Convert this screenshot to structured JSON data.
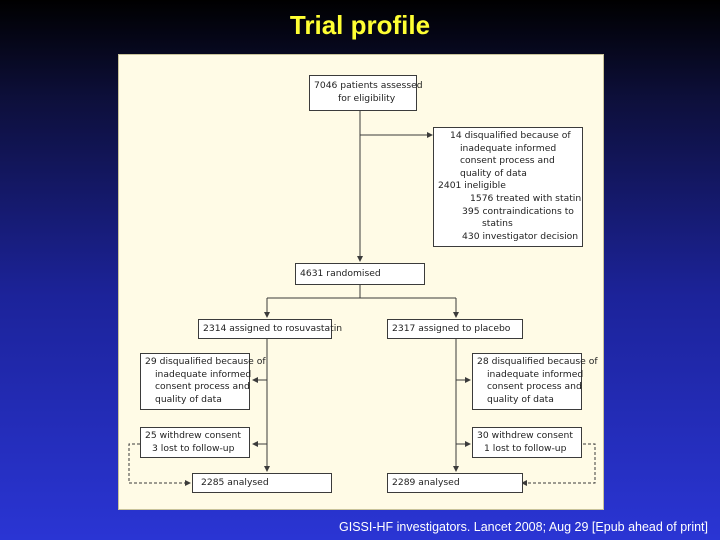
{
  "slide": {
    "title": "Trial profile",
    "citation": "GISSI-HF investigators. Lancet 2008; Aug 29 [Epub ahead of print]"
  },
  "flowchart": {
    "assessed": [
      "7046 patients assessed",
      "for eligibility"
    ],
    "excluded": [
      "14 disqualified because of",
      "inadequate informed",
      "consent process and",
      "quality of data",
      "2401 ineligible",
      "1576 treated with statin",
      "395 contraindications to",
      "statins",
      "430 investigator decision"
    ],
    "randomised": "4631 randomised",
    "arm_left": {
      "assigned": "2314 assigned to rosuvastatin",
      "disqualified": [
        "29 disqualified because of",
        "inadequate informed",
        "consent process and",
        "quality of data"
      ],
      "withdrew": [
        "25 withdrew consent",
        "3 lost to follow-up"
      ],
      "analysed": "2285 analysed"
    },
    "arm_right": {
      "assigned": "2317 assigned to placebo",
      "disqualified": [
        "28 disqualified because of",
        "inadequate informed",
        "consent process and",
        "quality of data"
      ],
      "withdrew": [
        "30 withdrew consent",
        "1 lost to follow-up"
      ],
      "analysed": "2289 analysed"
    }
  },
  "colors": {
    "title": "#ffff33",
    "citation": "#ffffff",
    "panel": "#fffbe6",
    "line": "#3b3b3b"
  }
}
